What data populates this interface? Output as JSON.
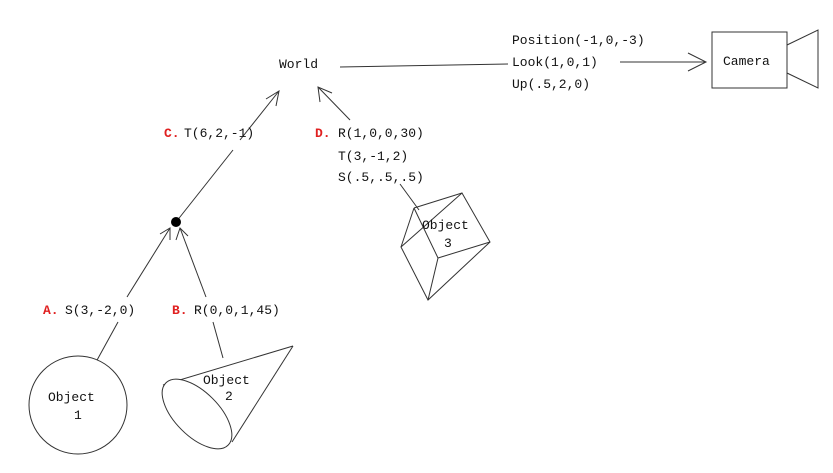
{
  "diagram": {
    "world_label": "World",
    "camera": {
      "box_label": "Camera",
      "position": "Position(-1,0,-3)",
      "look": "Look(1,0,1)",
      "up": "Up(.5,2,0)"
    },
    "edges": {
      "c": {
        "tag": "C.",
        "transform": "T(6,2,-1)"
      },
      "d": {
        "tag": "D.",
        "lines": [
          "R(1,0,0,30)",
          "T(3,-1,2)",
          "S(.5,.5,.5)"
        ]
      },
      "a": {
        "tag": "A.",
        "transform": "S(3,-2,0)"
      },
      "b": {
        "tag": "B.",
        "transform": "R(0,0,1,45)"
      }
    },
    "objects": {
      "object1": {
        "name": "Object",
        "index": "1"
      },
      "object2": {
        "name": "Object",
        "index": "2"
      },
      "object3": {
        "name": "Object",
        "index": "3"
      }
    },
    "colors": {
      "tag": "#e02020",
      "line": "#333333"
    }
  }
}
